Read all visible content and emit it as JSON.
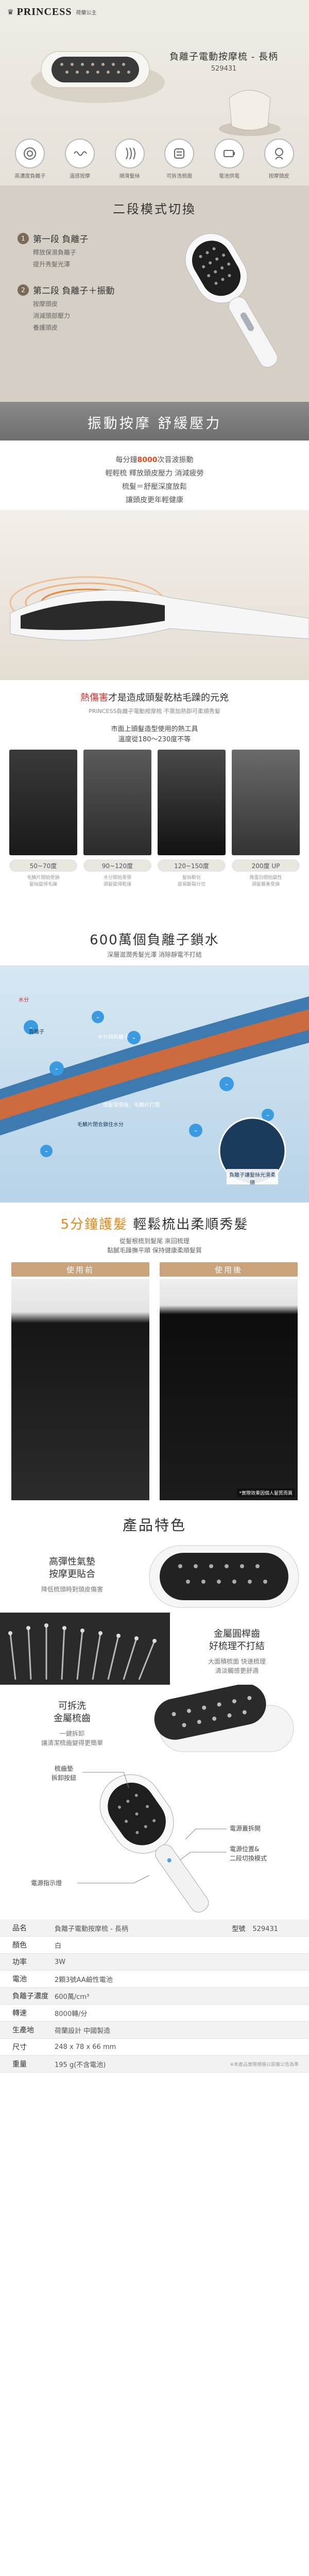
{
  "hero": {
    "brand_name": "PRINCESS",
    "brand_sub": "荷蘭公主",
    "product_title": "負離子電動按摩梳 - 長柄",
    "model": "529431",
    "icons": [
      {
        "name": "ion-icon",
        "label": "高濃度負離子"
      },
      {
        "name": "vibration-icon",
        "label": "溫感按摩"
      },
      {
        "name": "hair-icon",
        "label": "順滑髮絲"
      },
      {
        "name": "detachable-icon",
        "label": "可拆洗梳面"
      },
      {
        "name": "battery-icon",
        "label": "電池供電"
      },
      {
        "name": "massage-icon",
        "label": "按摩頭皮"
      }
    ]
  },
  "modes": {
    "title": "二段模式切換",
    "mode1": {
      "num": "1",
      "title": "第一段 負離子",
      "lines": [
        "釋放保濕負離子",
        "提升秀髮光澤"
      ]
    },
    "mode2": {
      "num": "2",
      "title": "第二段 負離子＋振動",
      "lines": [
        "按摩頭皮",
        "消減頭部壓力",
        "養護頭皮"
      ]
    }
  },
  "vibrate": {
    "title": "振動按摩 舒緩壓力",
    "line1_pre": "每分鐘",
    "line1_hl": "8000",
    "line1_post": "次音波振動",
    "line2": "輕輕梳 釋放頭皮壓力 消減疲勞",
    "line3": "梳髮＝舒壓深度放鬆",
    "line4": "讓頭皮更年輕健康"
  },
  "heat": {
    "title_red": "熱傷害",
    "title_rest": "才是造成頭髮乾枯毛躁的元兇",
    "sub": "PRINCESS負離子電動按摩梳 不需加熱即可柔順秀髮",
    "sub2_1": "市面上頭髮造型使用的熱工具",
    "sub2_2": "溫度從180～230度不等",
    "photos": [
      {
        "tag": "50~70度",
        "cap": [
          "毛鱗片開始受損",
          "髮絲變得毛躁"
        ]
      },
      {
        "tag": "90~120度",
        "cap": [
          "水分開始蒸發",
          "頭髮變得乾燥"
        ]
      },
      {
        "tag": "120~150度",
        "cap": [
          "髮絲軟化",
          "容易斷裂分岔"
        ]
      },
      {
        "tag": "200度 UP",
        "cap": [
          "角蛋白開始變性",
          "頭髮嚴重受損"
        ]
      }
    ]
  },
  "ion": {
    "title": "600萬個負離子鎖水",
    "sub": "深層滋潤秀髮光澤 消除靜電不打結",
    "labels": {
      "water": "水分",
      "ion": "負離子",
      "water_ion": "水分與負離子",
      "damage": "頭髮受損後，毛鱗片打開",
      "result": "毛鱗片閉合鎖住水分",
      "zoom": "負離子讓髮絲光滑柔順"
    }
  },
  "five": {
    "title_hl": "5分鐘護髮",
    "title_rest": " 輕鬆梳出柔順秀髮",
    "sub1": "從髮根梳到髮尾 來回梳理",
    "sub2": "黏膩毛躁撫平順 保持健康柔順髮質",
    "before": "使用前",
    "after": "使用後",
    "note": "*實際效果因個人髮質而異"
  },
  "features": {
    "title": "產品特色",
    "f1": {
      "h1": "高彈性氣墊",
      "h2": "按摩更貼合",
      "d": "降低梳頭時對頭皮傷害"
    },
    "f2": {
      "h1": "金屬圓桿齒",
      "h2": "好梳理不打結",
      "d1": "大面積梳面 快速梳理",
      "d2": "清淡觸感更舒適"
    },
    "f3": {
      "h1": "可拆洗",
      "h2": "金屬梳齒",
      "d1": "一鍵拆卸",
      "d2": "讓清潔梳齒變得更簡單"
    },
    "detail": {
      "top": "梳齒墊\n拆卸按鈕",
      "battery": "電源蓋拆開",
      "switch": "電源位置&\n二段切換模式",
      "indicator": "電源指示燈"
    }
  },
  "spec": {
    "rows": [
      {
        "key": "品名",
        "val": "負離子電動按摩梳 - 長柄",
        "extra_key": "型號",
        "extra_val": "529431"
      },
      {
        "key": "顏色",
        "val": "白"
      },
      {
        "key": "功率",
        "val": "3W"
      },
      {
        "key": "電池",
        "val": "2顆3號AA鹼性電池"
      },
      {
        "key": "負離子濃度",
        "val": "600萬/cm³"
      },
      {
        "key": "轉速",
        "val": "8000轉/分"
      },
      {
        "key": "生產地",
        "val": "荷蘭設計 中國製造"
      },
      {
        "key": "尺寸",
        "val": "248 x 78 x 66 mm"
      },
      {
        "key": "重量",
        "val": "195 g(不含電池)"
      }
    ],
    "note": "※本產品實際規格以原廠公告為準"
  }
}
